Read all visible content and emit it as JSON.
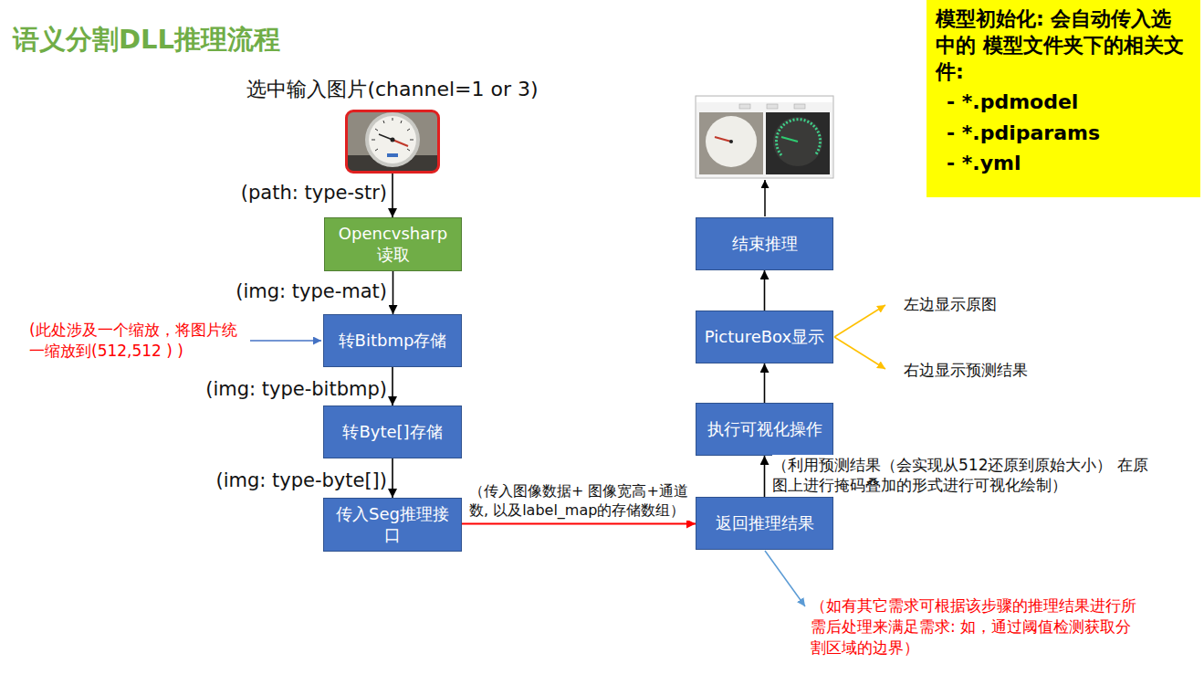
{
  "diagram": {
    "title": "语义分割DLL推理流程",
    "nodes": [
      {
        "text": [
          "选中输入图片(channel=1 or 3)"
        ]
      },
      {
        "text": [
          "Opencvsharp读取"
        ]
      },
      {
        "text": [
          "转Bitbmp存储"
        ]
      },
      {
        "text": [
          "转Byte[]存储"
        ]
      },
      {
        "text": [
          "传入Seg推理接口"
        ]
      },
      {
        "text": [
          "返回推理结果"
        ]
      },
      {
        "text": [
          "执行可视化操作"
        ]
      },
      {
        "text": [
          "PictureBox显示"
        ]
      },
      {
        "text": [
          "结束推理"
        ]
      },
      {
        "text": [
          "模型初始化: 会自动传入选中的 模型文件夹下的相关文件:",
          "- *.pdmodel",
          "- *.pdiparams",
          "- *.yml"
        ]
      }
    ],
    "edges": [
      {
        "from": 0,
        "to": 1,
        "arrow": "to",
        "label": "(path: type-str)"
      },
      {
        "from": 1,
        "to": 2,
        "arrow": "to",
        "label": "(img: type-mat)"
      },
      {
        "from": 2,
        "to": 3,
        "arrow": "to",
        "label": "(img: type-bitbmp)"
      },
      {
        "from": 3,
        "to": 4,
        "arrow": "to",
        "label": "(img: type-byte[])"
      },
      {
        "from": 4,
        "to": 5,
        "arrow": "to",
        "label": "（传入图像数据+ 图像宽高+通道数, 以及label_map的存储数组）"
      },
      {
        "from": 5,
        "to": 6,
        "arrow": "to",
        "label": "（利用预测结果（会实现从512还原到原始大小） 在原图上进行掩码叠加的形式进行可视化绘制）"
      },
      {
        "from": 6,
        "to": 7,
        "arrow": "to"
      },
      {
        "from": 7,
        "to": 8,
        "arrow": "to"
      }
    ],
    "labels": [
      "(此处涉及一个缩放，将图片统一缩放到(512,512 ) )",
      "左边显示原图",
      "右边显示预测结果",
      "（如有其它需求可根据该步骤的推理结果进行所需后处理来满足需求: 如，通过阈值检测获取分割区域的边界）"
    ]
  }
}
